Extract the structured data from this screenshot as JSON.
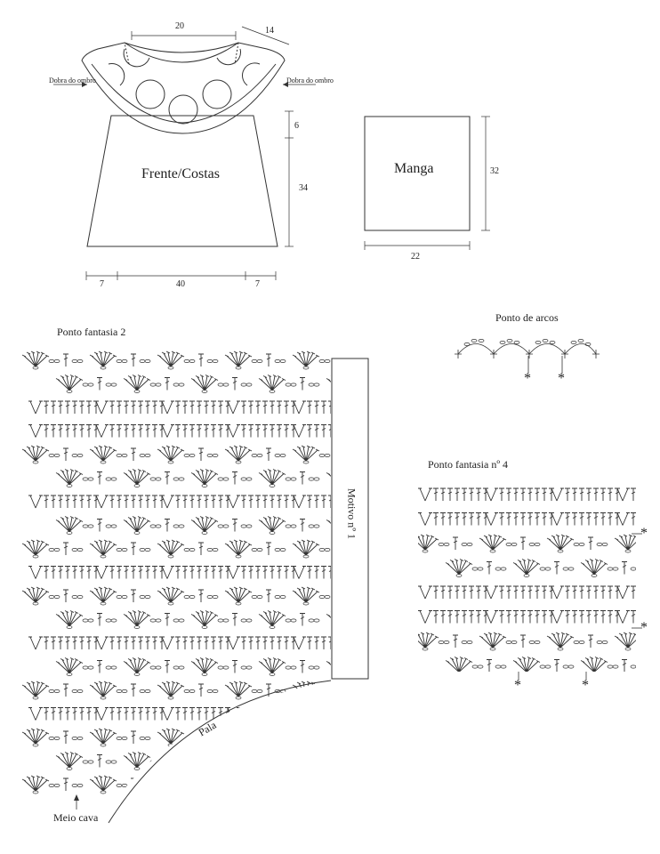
{
  "schematic": {
    "neck_width": "20",
    "shoulder_width": "14",
    "shoulder_fold_left": "Dobra do ombro",
    "shoulder_fold_right": "Dobra do ombro",
    "yoke_height": "6",
    "body_label": "Frente/Costas",
    "body_height": "34",
    "hem_left": "7",
    "hem_center": "40",
    "hem_right": "7",
    "sleeve_label": "Manga",
    "sleeve_height": "32",
    "sleeve_width": "22"
  },
  "stitches": {
    "arcos_title": "Ponto de arcos",
    "fantasia2_title": "Ponto fantasia 2",
    "fantasia4_title": "Ponto fantasia nº 4",
    "motivo_label": "Motivo nº 1",
    "pala_label": "Pala",
    "meio_cava_label": "Meio cava",
    "repeat_marker": "*"
  }
}
